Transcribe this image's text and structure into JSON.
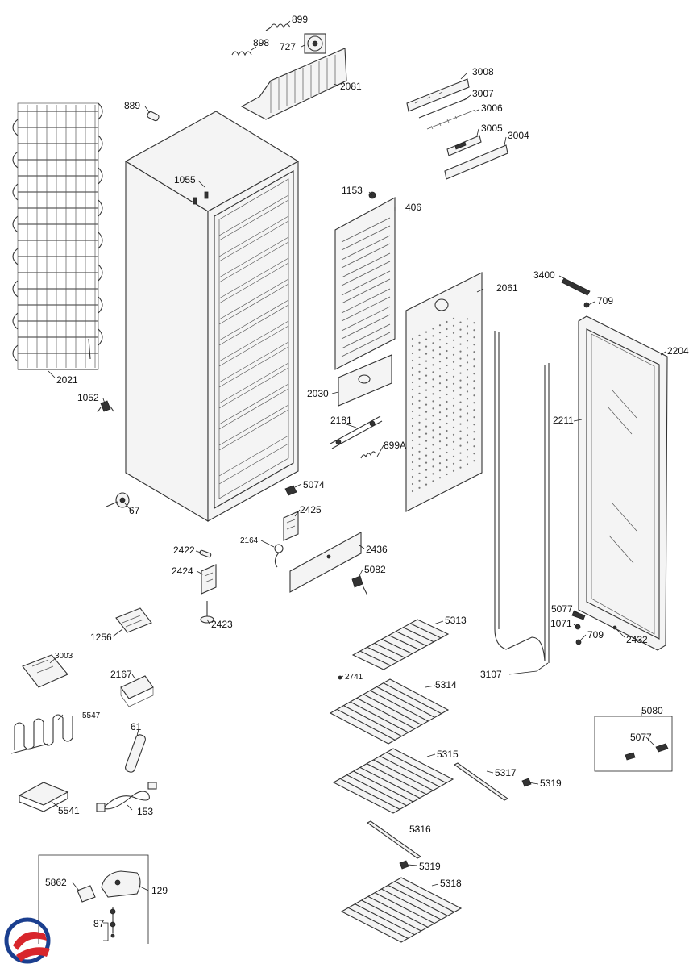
{
  "labels": {
    "l899": "899",
    "l898": "898",
    "l727": "727",
    "l2081": "2081",
    "l889": "889",
    "l3008": "3008",
    "l3007": "3007",
    "l3006": "3006",
    "l3005": "3005",
    "l3004": "3004",
    "l1055": "1055",
    "l1153": "1153",
    "l406": "406",
    "l2061": "2061",
    "l3400": "3400",
    "l709a": "709",
    "l2204": "2204",
    "l2021": "2021",
    "l1052": "1052",
    "l2030": "2030",
    "l2181": "2181",
    "l2211": "2211",
    "l899A": "899A",
    "l5074": "5074",
    "l67": "67",
    "l2425": "2425",
    "l2164": "2164",
    "l2436": "2436",
    "l2422": "2422",
    "l2424": "2424",
    "l5082": "5082",
    "l5077a": "5077",
    "l1071": "1071",
    "l709b": "709",
    "l2432": "2432",
    "l2423": "2423",
    "l5313": "5313",
    "l1256": "1256",
    "l3003": "3003",
    "l2741": "2741",
    "l2167": "2167",
    "l3107": "3107",
    "l5314": "5314",
    "l5080": "5080",
    "l5547": "5547",
    "l5077b": "5077",
    "l61": "61",
    "l5315": "5315",
    "l5317": "5317",
    "l5319a": "5319",
    "l5541": "5541",
    "l153": "153",
    "l5316": "5316",
    "l5862": "5862",
    "l129": "129",
    "l5319b": "5319",
    "l5318": "5318",
    "l87": "87"
  },
  "logo": {
    "colors": [
      "#1b3f8f",
      "#d8262c"
    ]
  }
}
